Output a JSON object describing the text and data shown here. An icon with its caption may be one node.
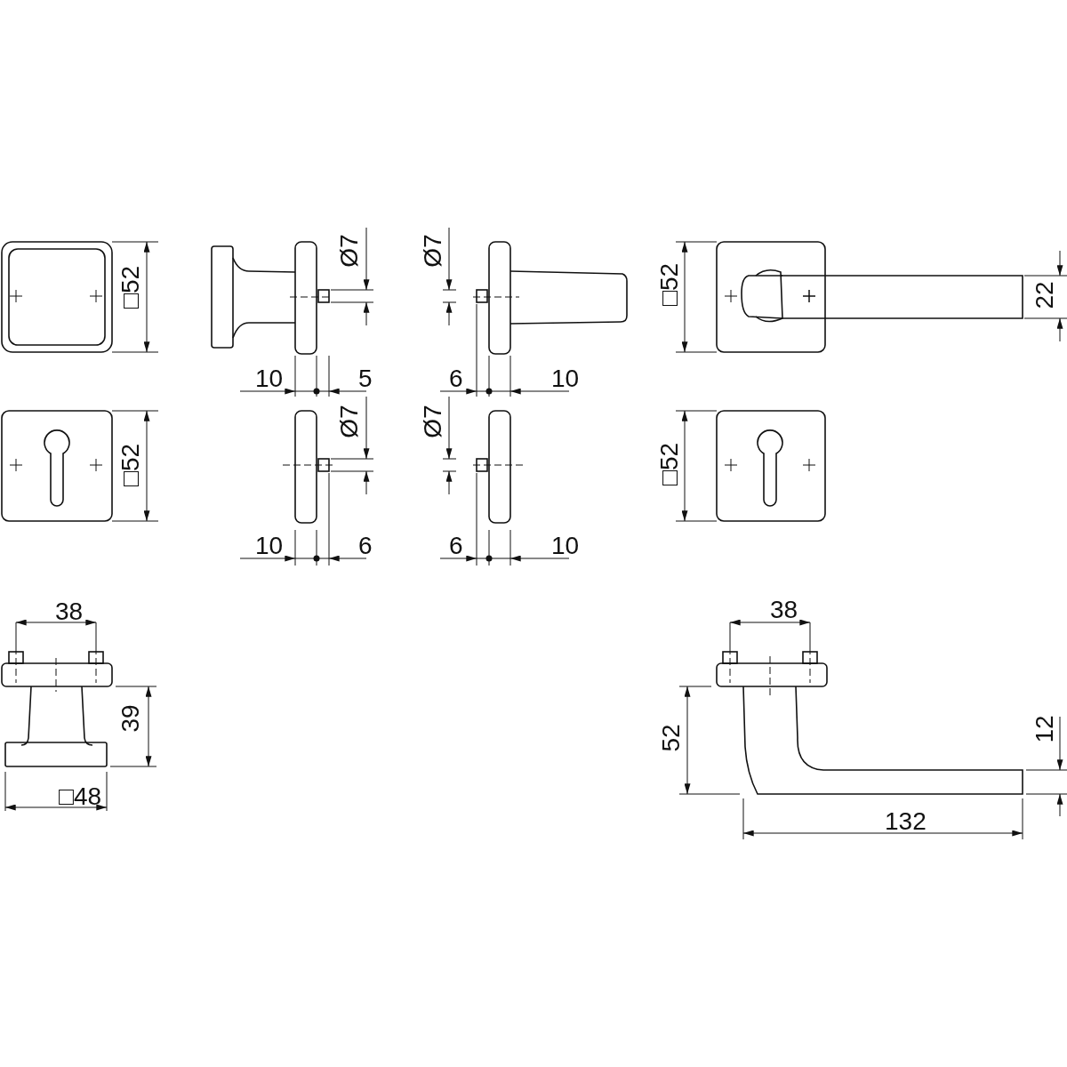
{
  "diagram": {
    "labels": [
      "□52",
      "Ø7",
      "Ø7",
      "□52",
      "22",
      "10",
      "5",
      "6",
      "10",
      "□52",
      "Ø7",
      "Ø7",
      "□52",
      "10",
      "6",
      "6",
      "10",
      "38",
      "38",
      "52",
      "39",
      "12",
      "□48",
      "132"
    ]
  }
}
